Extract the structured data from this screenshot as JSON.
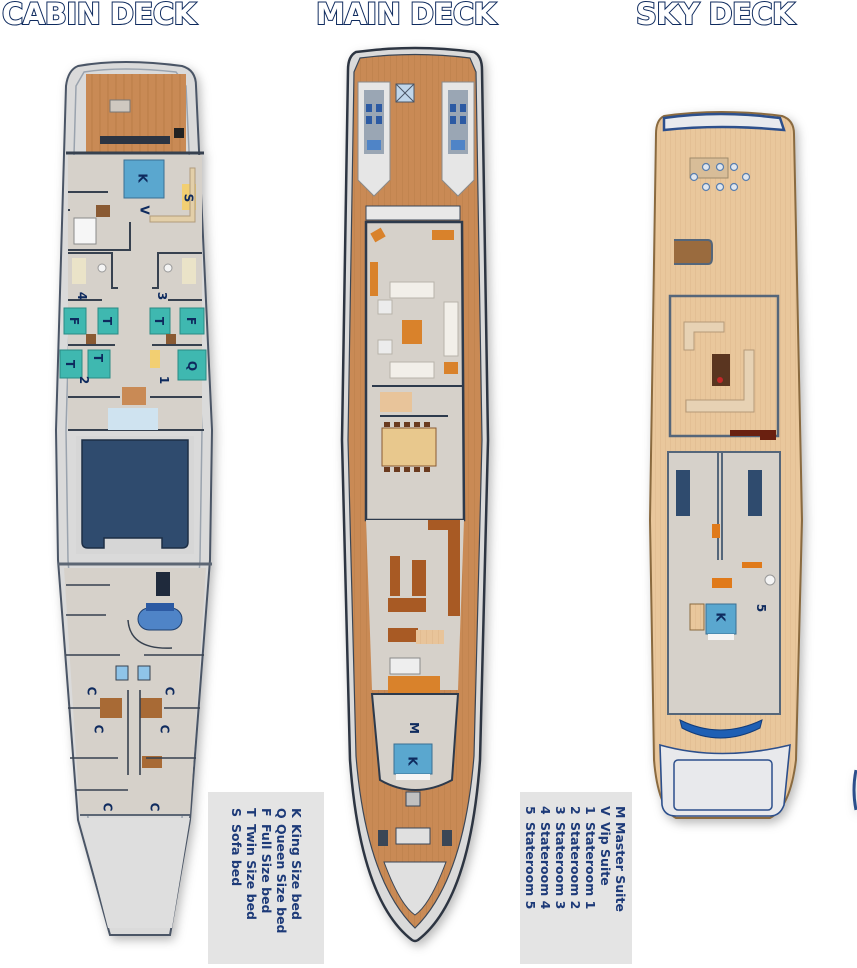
{
  "titles": {
    "cabin_deck": "CABIN DECK",
    "main_deck": "MAIN DECK",
    "sky_deck": "SKY DECK"
  },
  "colors": {
    "title_outline": "#0e2a5e",
    "label_text": "#0e2a5e",
    "teak_deck": "#c98a55",
    "light_teak": "#e8c49a",
    "interior_floor": "#d8d3cc",
    "hull": "#d9d9d9",
    "pool_water": "#2f4b6e",
    "king_bed": "#5aa7cf",
    "twin_bed": "#3fb8b0",
    "sofa_bed": "#f2cf72",
    "legend_bg": "#e4e4e4",
    "accent_blue": "#1e5fb4"
  },
  "cabin_deck": {
    "cabin_labels": [
      {
        "id": "vip-king",
        "text": "K"
      },
      {
        "id": "vip-suite",
        "text": "V"
      },
      {
        "id": "vip-sofa",
        "text": "S"
      },
      {
        "id": "stateroom-4",
        "text": "4"
      },
      {
        "id": "stateroom-3",
        "text": "3"
      },
      {
        "id": "s4-full",
        "text": "F"
      },
      {
        "id": "s4-twin",
        "text": "T"
      },
      {
        "id": "s3-twin",
        "text": "T"
      },
      {
        "id": "s3-full",
        "text": "F"
      },
      {
        "id": "s2-twin-a",
        "text": "T"
      },
      {
        "id": "s2-twin-b",
        "text": "T"
      },
      {
        "id": "s1-queen",
        "text": "Q"
      },
      {
        "id": "stateroom-2",
        "text": "2"
      },
      {
        "id": "stateroom-1",
        "text": "1"
      },
      {
        "id": "crew-1",
        "text": "C"
      },
      {
        "id": "crew-2",
        "text": "C"
      },
      {
        "id": "crew-3",
        "text": "C"
      },
      {
        "id": "crew-4",
        "text": "C"
      },
      {
        "id": "crew-5",
        "text": "C"
      },
      {
        "id": "crew-6",
        "text": "C"
      }
    ]
  },
  "main_deck": {
    "cabin_labels": [
      {
        "id": "master-suite",
        "text": "M"
      },
      {
        "id": "master-king",
        "text": "K"
      }
    ]
  },
  "sky_deck": {
    "cabin_labels": [
      {
        "id": "stateroom-5-king",
        "text": "K"
      },
      {
        "id": "stateroom-5",
        "text": "5"
      }
    ]
  },
  "legend_beds": [
    {
      "key": "K",
      "label": "King Size bed"
    },
    {
      "key": "Q",
      "label": "Queen Size bed"
    },
    {
      "key": "F",
      "label": "Full Size bed"
    },
    {
      "key": "T",
      "label": "Twin Size bed"
    },
    {
      "key": "S",
      "label": "Sofa bed"
    }
  ],
  "legend_rooms": [
    {
      "key": "M",
      "label": "Master Suite"
    },
    {
      "key": "V",
      "label": "Vip Suite"
    },
    {
      "key": "1",
      "label": "Stateroom 1"
    },
    {
      "key": "2",
      "label": "Stateroom 2"
    },
    {
      "key": "3",
      "label": "Stateroom 3"
    },
    {
      "key": "4",
      "label": "Stateroom 4"
    },
    {
      "key": "5",
      "label": "Stateroom 5"
    }
  ]
}
